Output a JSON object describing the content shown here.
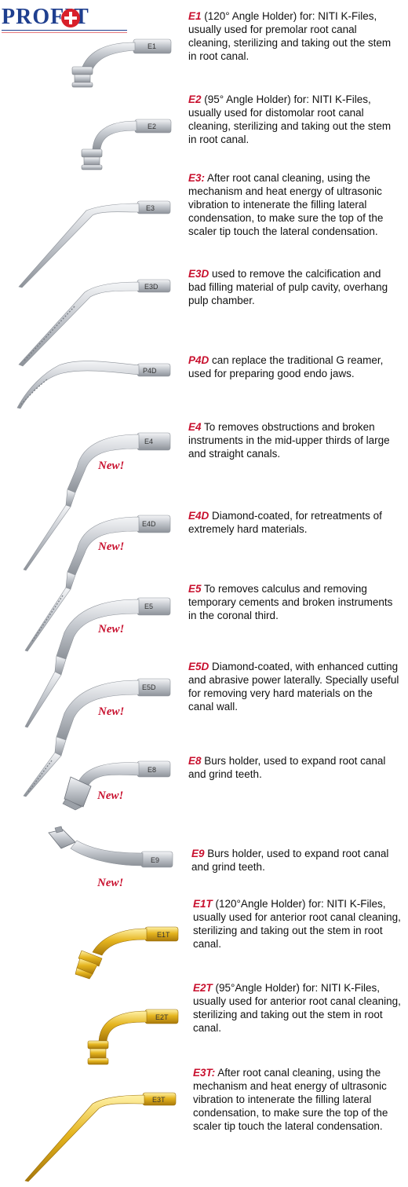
{
  "brand": {
    "logo_text": "PROFIT"
  },
  "items": [
    {
      "code": "E1",
      "tip_label": "E1",
      "description": " (120° Angle Holder) for: NITI K-Files, usually used for premolar root canal cleaning, sterilizing and taking out the stem in root canal.",
      "new": ""
    },
    {
      "code": "E2",
      "tip_label": "E2",
      "description": " (95° Angle Holder) for: NITI K-Files, usually used for distomolar root canal cleaning, sterilizing and taking out the stem in root canal.",
      "new": ""
    },
    {
      "code": "E3:",
      "tip_label": "E3",
      "description": " After root canal cleaning, using the mechanism and heat energy of ultrasonic vibration to intenerate the filling lateral condensation, to make sure the top of the scaler tip touch the lateral condensation.",
      "new": ""
    },
    {
      "code": "E3D",
      "tip_label": "E3D",
      "description": " used to remove the calcification and bad filling material of pulp cavity, overhang pulp chamber.",
      "new": ""
    },
    {
      "code": "P4D",
      "tip_label": "P4D",
      "description": " can replace the traditional G reamer, used for preparing good endo jaws.",
      "new": ""
    },
    {
      "code": "E4",
      "tip_label": "E4",
      "description": " To removes obstructions and broken instruments in the mid-upper thirds of large and straight canals.",
      "new": "New!"
    },
    {
      "code": "E4D",
      "tip_label": "E4D",
      "description": " Diamond-coated, for retreatments of extremely hard materials.",
      "new": "New!"
    },
    {
      "code": "E5",
      "tip_label": "E5",
      "description": " To removes calculus and removing temporary cements and broken instruments in the coronal third.",
      "new": "New!"
    },
    {
      "code": "E5D",
      "tip_label": "E5D",
      "description": " Diamond-coated, with enhanced cutting and abrasive power laterally. Specially useful for removing very hard materials on the canal wall.",
      "new": "New!"
    },
    {
      "code": "E8",
      "tip_label": "E8",
      "description": " Burs holder, used to expand root canal and grind teeth.",
      "new": "New!"
    },
    {
      "code": "E9",
      "tip_label": "E9",
      "description": " Burs holder, used to expand root canal and grind teeth.",
      "new": "New!"
    },
    {
      "code": "E1T",
      "tip_label": "E1T",
      "description": " (120°Angle Holder) for: NITI K-Files, usually used for anterior root canal cleaning, sterilizing and taking out the stem in root canal.",
      "new": ""
    },
    {
      "code": "E2T",
      "tip_label": "E2T",
      "description": " (95°Angle Holder) for: NITI K-Files, usually used for anterior root canal cleaning, sterilizing and taking out the stem in root canal.",
      "new": ""
    },
    {
      "code": "E3T:",
      "tip_label": "E3T",
      "description": " After root canal cleaning, using the mechanism and heat energy of ultrasonic vibration to intenerate the filling lateral condensation, to make sure the top of the scaler tip touch the lateral condensation.",
      "new": ""
    }
  ],
  "colors": {
    "code_red": "#c8102e",
    "silver": "#b8bcc2",
    "gold": "#d9a514",
    "logo_blue": "#1f3f8f"
  }
}
